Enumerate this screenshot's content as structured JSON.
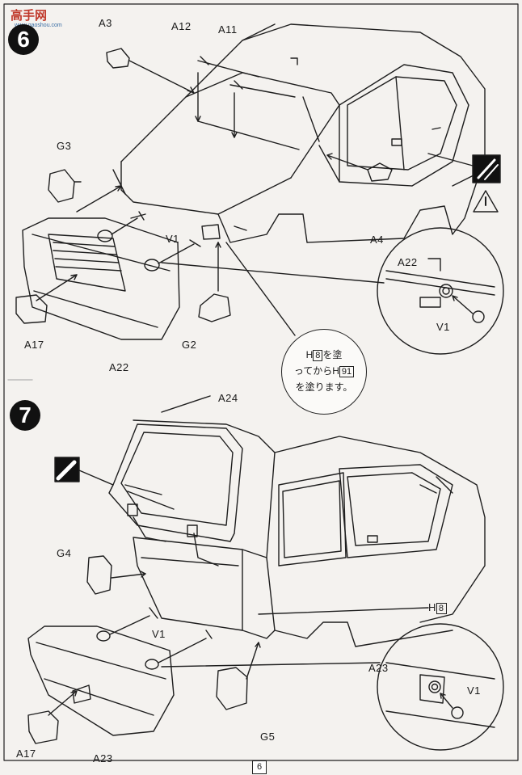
{
  "watermark": {
    "text": "高手网",
    "url": "www.gaoshou.com"
  },
  "step6": {
    "number": "6",
    "labels": {
      "a3": "A3",
      "a12": "A12",
      "a11": "A11",
      "g3": "G3",
      "v1": "V1",
      "a4": "A4",
      "a17": "A17",
      "g2": "G2",
      "a22": "A22",
      "detail_a22": "A22",
      "detail_v1": "V1"
    },
    "paint_note": {
      "line1_pre": "H",
      "line1_num": "8",
      "line1_post": "を塗",
      "line2_pre": "ってからH",
      "line2_num": "91",
      "line3": "を塗ります。"
    }
  },
  "step7": {
    "number": "7",
    "labels": {
      "a24": "A24",
      "g4": "G4",
      "v1": "V1",
      "h8_pre": "H",
      "h8_num": "8",
      "a17": "A17",
      "a23": "A23",
      "g5": "G5",
      "detail_a23": "A23",
      "detail_v1": "V1"
    }
  },
  "footer": {
    "page_number": "6"
  }
}
